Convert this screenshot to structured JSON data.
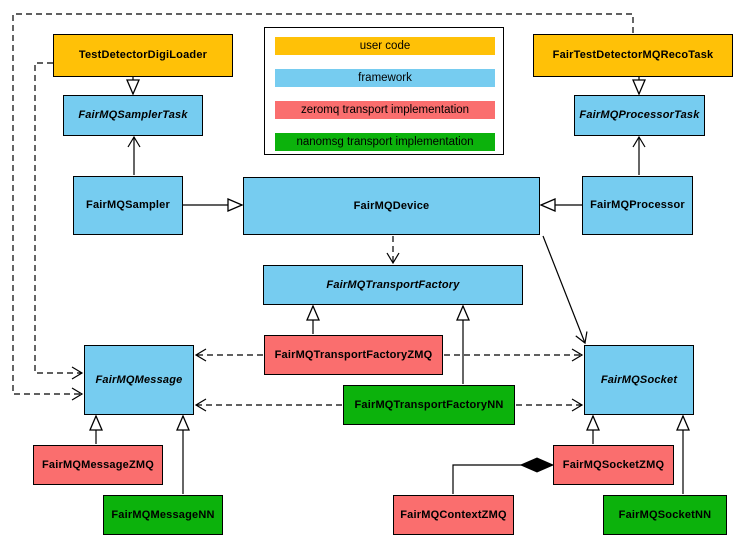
{
  "diagram": {
    "nodes": {
      "testDetectorDigiLoader": {
        "label": "TestDetectorDigiLoader",
        "category": "user code",
        "abstract": false
      },
      "fairTestDetectorMQRecoTask": {
        "label": "FairTestDetectorMQRecoTask",
        "category": "user code",
        "abstract": false
      },
      "fairMQSamplerTask": {
        "label": "FairMQSamplerTask",
        "category": "framework",
        "abstract": true
      },
      "fairMQProcessorTask": {
        "label": "FairMQProcessorTask",
        "category": "framework",
        "abstract": true
      },
      "fairMQSampler": {
        "label": "FairMQSampler",
        "category": "framework",
        "abstract": false
      },
      "fairMQDevice": {
        "label": "FairMQDevice",
        "category": "framework",
        "abstract": false
      },
      "fairMQProcessor": {
        "label": "FairMQProcessor",
        "category": "framework",
        "abstract": false
      },
      "fairMQTransportFactory": {
        "label": "FairMQTransportFactory",
        "category": "framework",
        "abstract": true
      },
      "fairMQTransportFactoryZMQ": {
        "label": "FairMQTransportFactoryZMQ",
        "category": "zeromq transport implementation",
        "abstract": false
      },
      "fairMQTransportFactoryNN": {
        "label": "FairMQTransportFactoryNN",
        "category": "nanomsg transport implementation",
        "abstract": false
      },
      "fairMQMessage": {
        "label": "FairMQMessage",
        "category": "framework",
        "abstract": true
      },
      "fairMQSocket": {
        "label": "FairMQSocket",
        "category": "framework",
        "abstract": true
      },
      "fairMQMessageZMQ": {
        "label": "FairMQMessageZMQ",
        "category": "zeromq transport implementation",
        "abstract": false
      },
      "fairMQMessageNN": {
        "label": "FairMQMessageNN",
        "category": "nanomsg transport implementation",
        "abstract": false
      },
      "fairMQSocketZMQ": {
        "label": "FairMQSocketZMQ",
        "category": "zeromq transport implementation",
        "abstract": false
      },
      "fairMQContextZMQ": {
        "label": "FairMQContextZMQ",
        "category": "zeromq transport implementation",
        "abstract": false
      },
      "fairMQSocketNN": {
        "label": "FairMQSocketNN",
        "category": "nanomsg transport implementation",
        "abstract": false
      }
    },
    "legend": {
      "items": [
        {
          "label": "user code",
          "color": "#FFC107"
        },
        {
          "label": "framework",
          "color": "#76CCF0"
        },
        {
          "label": "zeromq transport implementation",
          "color": "#FA6E6E"
        },
        {
          "label": "nanomsg transport implementation",
          "color": "#0CB20C"
        }
      ]
    },
    "colors": {
      "user_code": "#FFC107",
      "framework": "#76CCF0",
      "zeromq": "#FA6E6E",
      "nanomsg": "#0CB20C",
      "border": "#000000",
      "background": "#FFFFFF"
    },
    "relations": {
      "inheritance": [
        "TestDetectorDigiLoader -> FairMQSamplerTask",
        "FairTestDetectorMQRecoTask -> FairMQProcessorTask",
        "FairMQSampler -> FairMQDevice",
        "FairMQProcessor -> FairMQDevice",
        "FairMQTransportFactoryZMQ -> FairMQTransportFactory",
        "FairMQTransportFactoryNN -> FairMQTransportFactory",
        "FairMQMessageZMQ -> FairMQMessage",
        "FairMQMessageNN -> FairMQMessage",
        "FairMQSocketZMQ -> FairMQSocket",
        "FairMQSocketNN -> FairMQSocket"
      ],
      "usage": [
        "FairMQSampler -> FairMQSamplerTask",
        "FairMQProcessor -> FairMQProcessorTask",
        "FairMQDevice -> FairMQSocket"
      ],
      "dependency_dashed": [
        "FairMQDevice -> FairMQTransportFactory",
        "FairMQTransportFactoryZMQ -> FairMQMessage",
        "FairMQTransportFactoryZMQ -> FairMQSocket",
        "FairMQTransportFactoryNN -> FairMQMessage",
        "FairMQTransportFactoryNN -> FairMQSocket",
        "TestDetectorDigiLoader -> FairMQMessage",
        "FairTestDetectorMQRecoTask -> FairMQMessage"
      ],
      "composition": [
        "FairMQSocketZMQ <>- FairMQContextZMQ"
      ]
    }
  }
}
